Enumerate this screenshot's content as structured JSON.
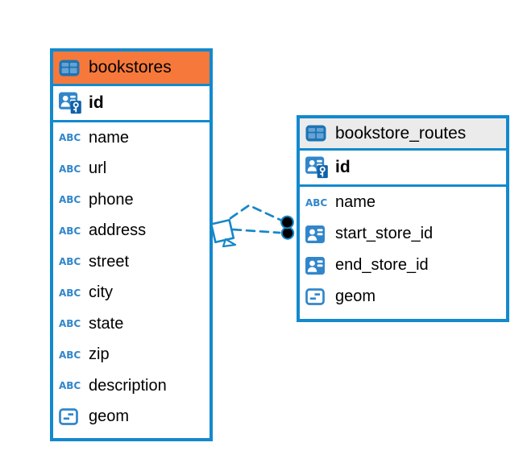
{
  "diagram": {
    "kind": "entity-relationship",
    "background": "#ffffff"
  },
  "colors": {
    "border_blue": "#1389CE",
    "relation_blue": "#1787C9",
    "icon_blue": "#3186CB",
    "icon_dark_blue": "#1062A8",
    "table_icon_frame": "#1D74B6",
    "table_icon_cell": "#66A3D2",
    "header_orange": "#F6793B",
    "header_gray": "#EBEBEB",
    "text_color": "#000000"
  },
  "icons": {
    "text_type_label": "ABC"
  },
  "tables": [
    {
      "name": "bookstores",
      "header_color": "#F6793B",
      "primary_key": {
        "name": "id",
        "type": "primary-key"
      },
      "columns": [
        {
          "name": "name",
          "type": "text"
        },
        {
          "name": "url",
          "type": "text"
        },
        {
          "name": "phone",
          "type": "text"
        },
        {
          "name": "address",
          "type": "text"
        },
        {
          "name": "street",
          "type": "text"
        },
        {
          "name": "city",
          "type": "text"
        },
        {
          "name": "state",
          "type": "text"
        },
        {
          "name": "zip",
          "type": "text"
        },
        {
          "name": "description",
          "type": "text"
        },
        {
          "name": "geom",
          "type": "geometry"
        }
      ]
    },
    {
      "name": "bookstore_routes",
      "header_color": "#EBEBEB",
      "primary_key": {
        "name": "id",
        "type": "primary-key"
      },
      "columns": [
        {
          "name": "name",
          "type": "text"
        },
        {
          "name": "start_store_id",
          "type": "foreign-key"
        },
        {
          "name": "end_store_id",
          "type": "foreign-key"
        },
        {
          "name": "geom",
          "type": "geometry"
        }
      ]
    }
  ],
  "relationships": [
    {
      "from_table": "bookstores",
      "to_table": "bookstore_routes",
      "via_columns": "start_store_id, end_store_id",
      "line_style": "dashed"
    }
  ]
}
